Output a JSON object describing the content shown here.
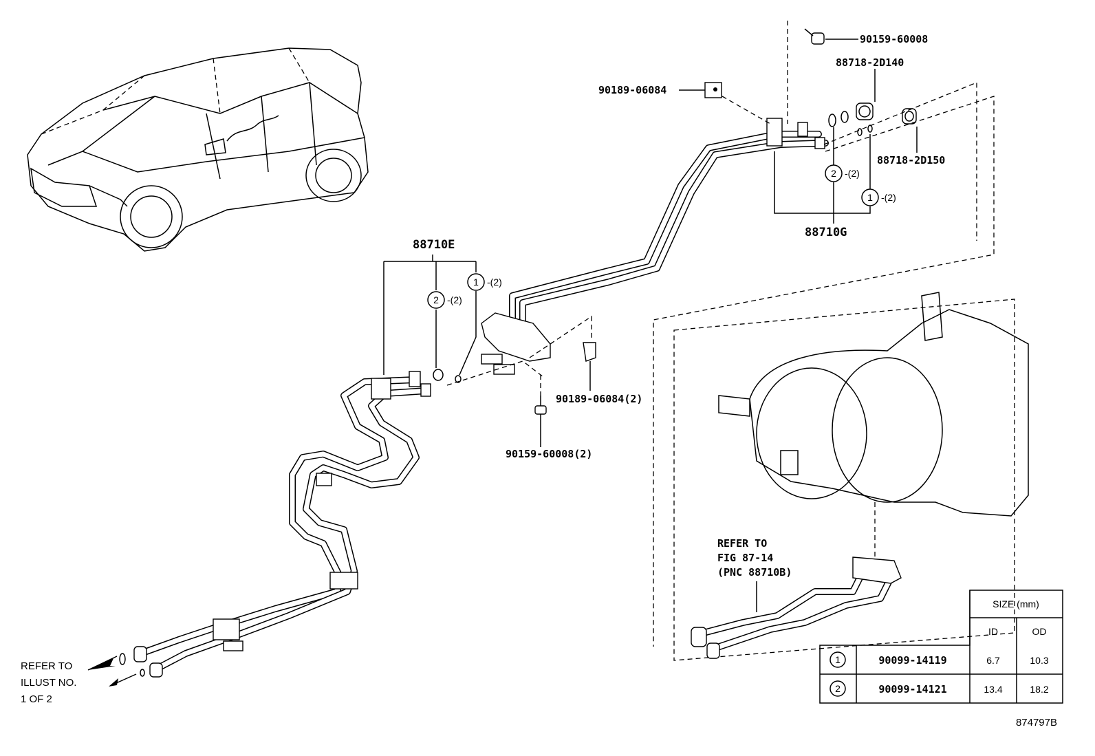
{
  "callouts": {
    "bolt_top": "90159-60008",
    "clamp_top": "88718-2D140",
    "clamp_right": "88718-2D150",
    "nut_top": "90189-06084",
    "pipe_rear": "88710G",
    "pipe_front": "88710E",
    "nut_mid": "90189-06084(2)",
    "bolt_mid": "90159-60008(2)"
  },
  "oring_refs": {
    "g_one_num": "1",
    "g_one_qty": "-(2)",
    "g_two_num": "2",
    "g_two_qty": "-(2)",
    "e_one_num": "1",
    "e_one_qty": "-(2)",
    "e_two_num": "2",
    "e_two_qty": "-(2)"
  },
  "refer_fig": {
    "line1": "REFER TO",
    "line2": "FIG 87-14",
    "line3": "(PNC 88710B)"
  },
  "refer_illust": {
    "line1": "REFER TO",
    "line2": "ILLUST NO.",
    "line3": "1 OF 2"
  },
  "size_table": {
    "header": "SIZE (mm)",
    "col_id": "ID",
    "col_od": "OD",
    "rows": [
      {
        "num": "1",
        "part": "90099-14119",
        "id": "6.7",
        "od": "10.3"
      },
      {
        "num": "2",
        "part": "90099-14121",
        "id": "13.4",
        "od": "18.2"
      }
    ]
  },
  "illustration_id": "874797B"
}
